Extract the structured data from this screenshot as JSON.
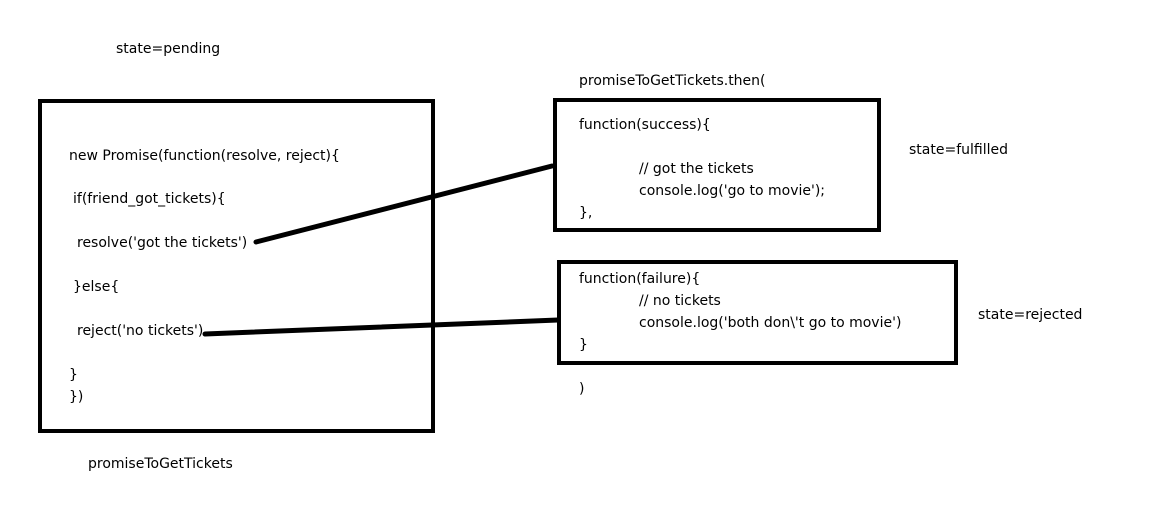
{
  "labels": {
    "state_pending": "state=pending",
    "state_fulfilled": "state=fulfilled",
    "state_rejected": "state=rejected",
    "promise_name": "promiseToGetTickets",
    "then_open": "promiseToGetTickets.then(",
    "then_close": ")"
  },
  "promise_box": {
    "lines": [
      "new Promise(function(resolve, reject){",
      "if(friend_got_tickets){",
      "resolve('got the tickets')",
      "}else{",
      "reject('no tickets')",
      "}",
      "})"
    ]
  },
  "success_box": {
    "lines": [
      "function(success){",
      "// got the tickets",
      "console.log('go to movie');",
      "},"
    ]
  },
  "failure_box": {
    "lines": [
      "function(failure){",
      "// no tickets",
      "console.log('both don\\'t go to movie')",
      "}"
    ]
  },
  "colors": {
    "stroke": "#000000",
    "background": "#ffffff"
  }
}
